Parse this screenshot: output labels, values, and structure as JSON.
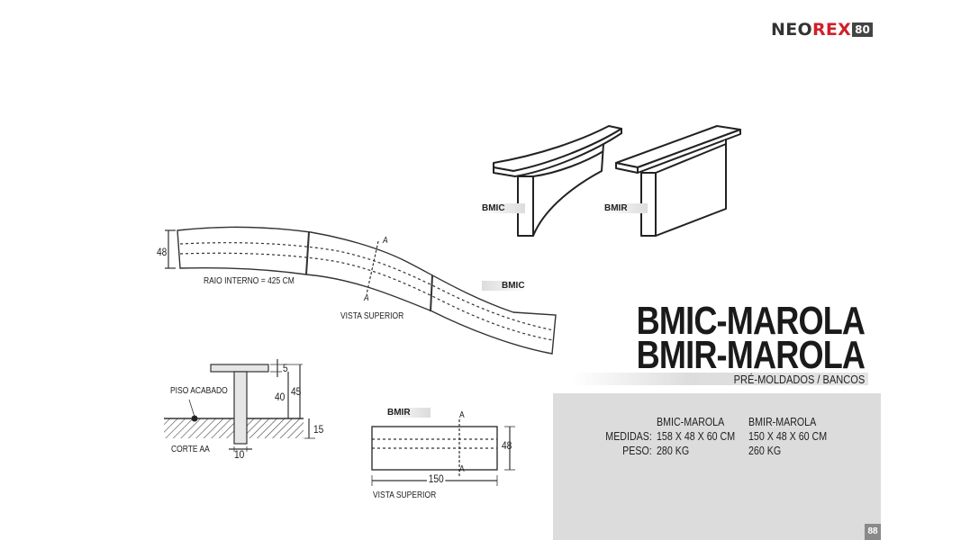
{
  "brand": {
    "neo": "NEO",
    "rex": "REX",
    "num": "80"
  },
  "page_number": "88",
  "title": {
    "line1": "BMIC-MAROLA",
    "line2": "BMIR-MAROLA",
    "subtitle": "PRÉ-MOLDADOS / BANCOS"
  },
  "tags": {
    "bmic_3d": "BMIC",
    "bmir_3d": "BMIR",
    "bmic_plan": "BMIC",
    "bmir_plan": "BMIR"
  },
  "curved_plan": {
    "dim_width": "48",
    "radius": "RAIO INTERNO = 425 CM",
    "section_top": "A",
    "section_bottom": "A",
    "caption": "VISTA SUPERIOR"
  },
  "section": {
    "floor": "PISO ACABADO",
    "caption": "CORTE AA",
    "dim_5": "5",
    "dim_40": "40",
    "dim_45": "45",
    "dim_15": "15",
    "dim_10": "10"
  },
  "straight_plan": {
    "section_top": "A",
    "section_bottom": "A",
    "dim_width": "48",
    "dim_length": "150",
    "caption": "VISTA SUPERIOR"
  },
  "specs": {
    "col1_head": "BMIC-MAROLA",
    "col2_head": "BMIR-MAROLA",
    "row1_label": "MEDIDAS:",
    "row1_col1": "158 X 48 X 60 CM",
    "row1_col2": "150 X 48 X 60 CM",
    "row2_label": "PESO:",
    "row2_col1": "280 KG",
    "row2_col2": "260 KG"
  }
}
